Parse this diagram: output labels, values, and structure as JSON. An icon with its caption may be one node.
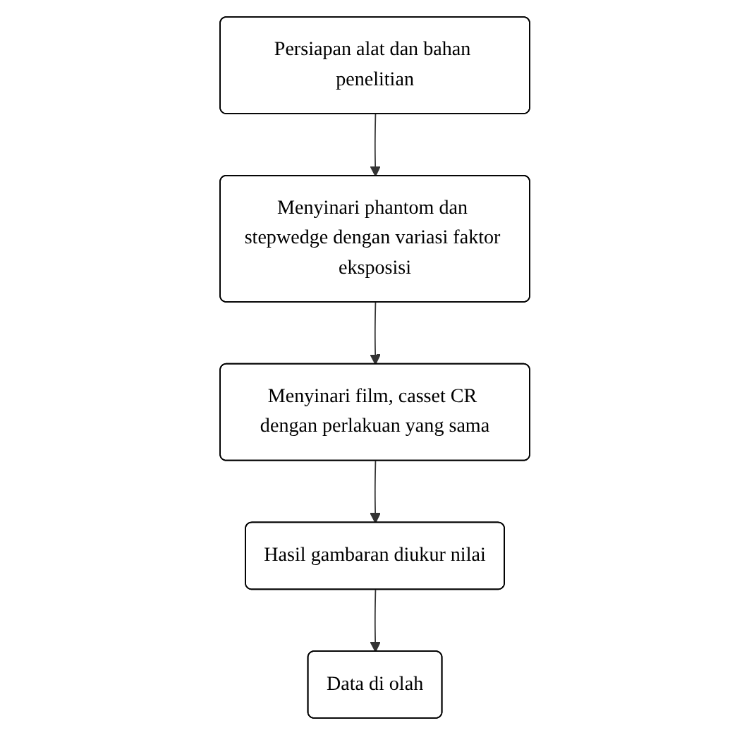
{
  "diagram": {
    "nodes": [
      {
        "text": [
          "Persiapan alat dan bahan penelitian"
        ]
      },
      {
        "text": [
          "Menyinari phantom dan stepwedge dengan variasi faktor eksposisi"
        ]
      },
      {
        "text": [
          "Menyinari film, casset CR dengan perlakuan yang sama"
        ]
      },
      {
        "text": [
          "Hasil gambaran diukur nilai"
        ]
      },
      {
        "text": [
          "Data di olah"
        ]
      }
    ],
    "edges": [
      {
        "from": 0,
        "to": 1,
        "arrow": "to"
      },
      {
        "from": 1,
        "to": 2,
        "arrow": "to"
      },
      {
        "from": 2,
        "to": 3,
        "arrow": "to"
      },
      {
        "from": 3,
        "to": 4,
        "arrow": "to"
      }
    ]
  }
}
